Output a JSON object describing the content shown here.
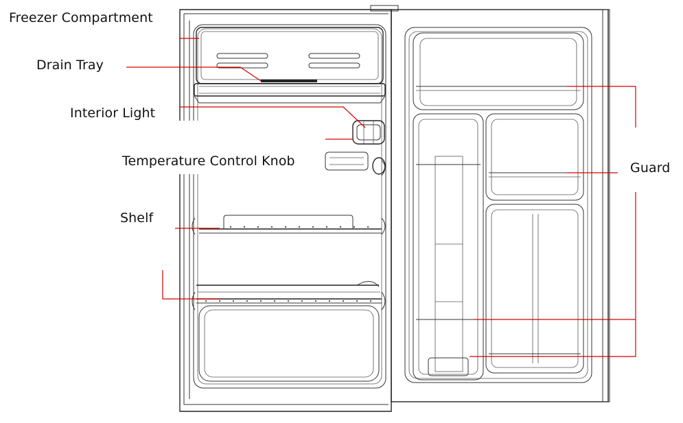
{
  "labels": {
    "freezer": "Freezer Compartment",
    "drain_tray": "Drain Tray",
    "interior_light": "Interior Light",
    "temp_knob": "Temperature Control Knob",
    "shelf": "Shelf",
    "guard": "Guard"
  },
  "colors": {
    "leader_line": "#d40000",
    "drawing_line": "#222222",
    "background": "#ffffff"
  }
}
